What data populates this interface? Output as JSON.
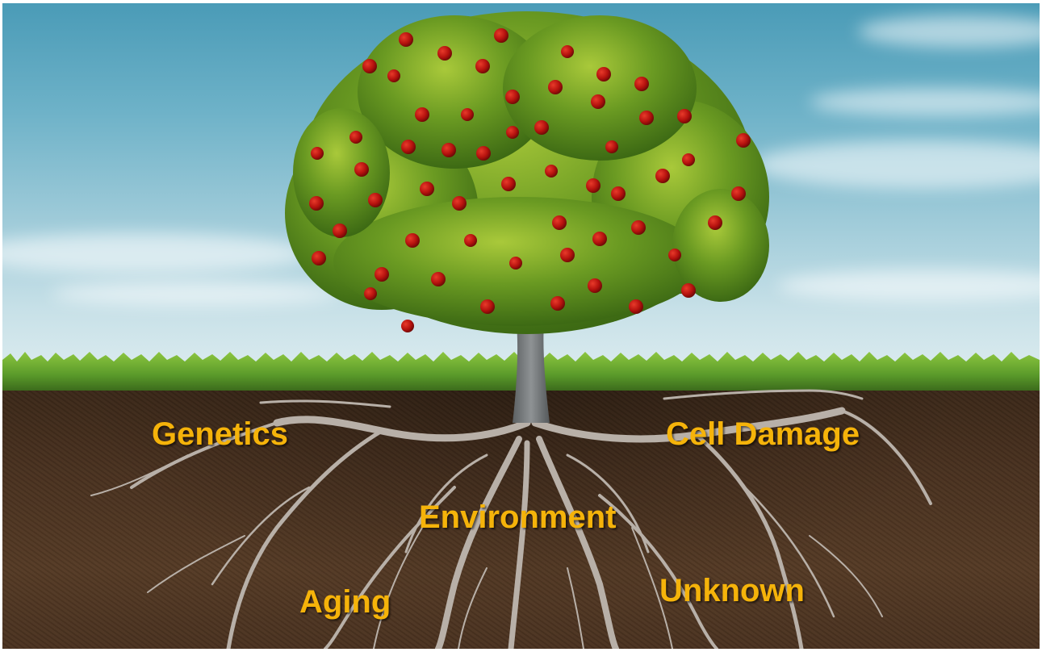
{
  "labels": {
    "genetics": "Genetics",
    "cell_damage": "Cell Damage",
    "environment": "Environment",
    "aging": "Aging",
    "unknown": "Unknown"
  },
  "colors": {
    "label": "#f5b30a",
    "foliage": "#5b8a1c",
    "fruit": "#b5120e",
    "soil": "#4a3220",
    "roots": "#b8b0a8"
  }
}
